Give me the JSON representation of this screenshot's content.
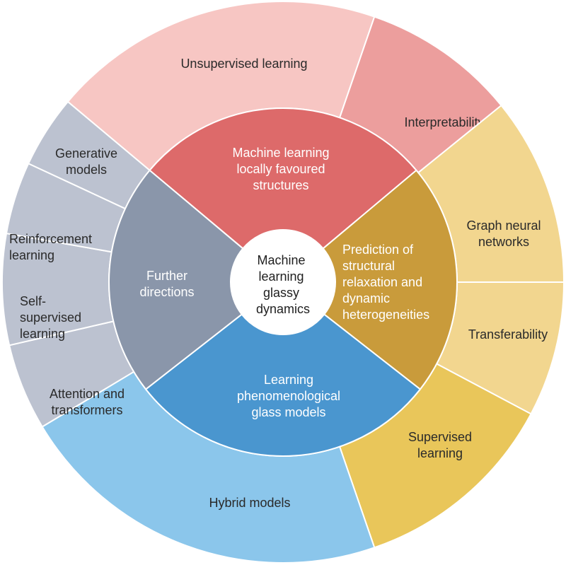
{
  "center": {
    "lines": [
      "Machine",
      "learning",
      "glassy",
      "dynamics"
    ]
  },
  "inner": [
    {
      "id": "mlfs",
      "lines": [
        "Machine learning",
        "locally favoured",
        "structures"
      ],
      "color": "#dd6a6a"
    },
    {
      "id": "prediction",
      "lines": [
        "Prediction of",
        "structural",
        "relaxation and",
        "dynamic",
        "heterogeneities"
      ],
      "color": "#c99b3b"
    },
    {
      "id": "phenom",
      "lines": [
        "Learning",
        "phenomenological",
        "glass models"
      ],
      "color": "#4a96cf"
    },
    {
      "id": "further",
      "lines": [
        "Further",
        "directions"
      ],
      "color": "#8a96aa"
    }
  ],
  "outer": [
    {
      "id": "unsupervised",
      "lines": [
        "Unsupervised learning"
      ],
      "color": "#f7c6c3"
    },
    {
      "id": "interpretability",
      "lines": [
        "Interpretability"
      ],
      "color": "#ec9e9d"
    },
    {
      "id": "gnn",
      "lines": [
        "Graph neural",
        "networks"
      ],
      "color": "#f2d68f"
    },
    {
      "id": "transferability",
      "lines": [
        "Transferability"
      ],
      "color": "#f2d68f"
    },
    {
      "id": "supervised",
      "lines": [
        "Supervised",
        "learning"
      ],
      "color": "#e9c65a"
    },
    {
      "id": "hybrid",
      "lines": [
        "Hybrid models"
      ],
      "color": "#8bc6eb"
    },
    {
      "id": "attention",
      "lines": [
        "Attention and",
        "transformers"
      ],
      "color": "#bcc2d0"
    },
    {
      "id": "selfsup",
      "lines": [
        "Self-",
        "supervised",
        "learning"
      ],
      "color": "#bcc2d0"
    },
    {
      "id": "reinforcement",
      "lines": [
        "Reinforcement",
        "learning"
      ],
      "color": "#bcc2d0"
    },
    {
      "id": "generative",
      "lines": [
        "Generative",
        "models"
      ],
      "color": "#bcc2d0"
    }
  ]
}
